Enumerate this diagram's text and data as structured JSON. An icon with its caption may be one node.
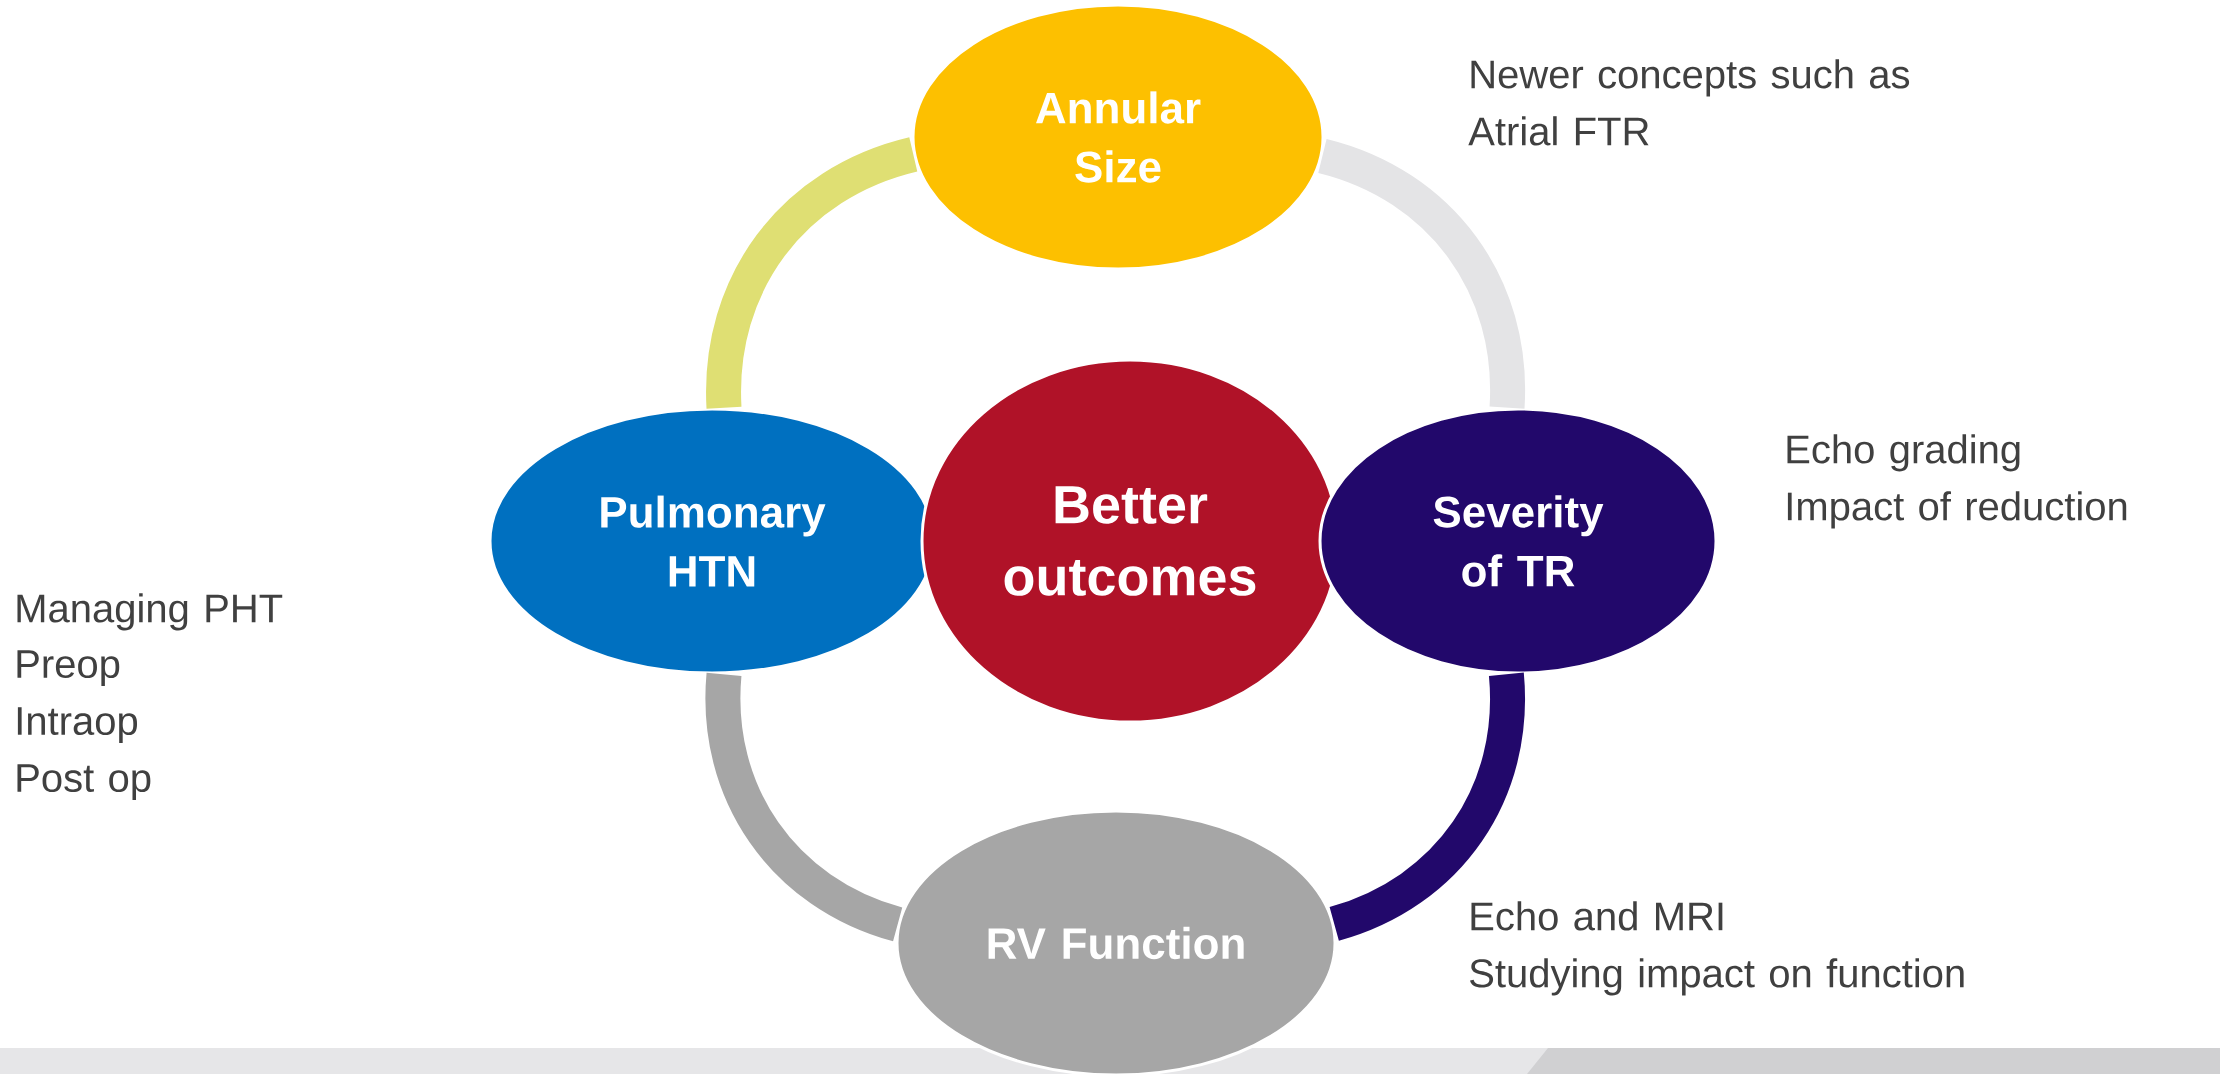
{
  "diagram": {
    "nodes": [
      {
        "text": [
          "Annular Size"
        ],
        "beside": [
          "Newer concepts such as Atrial FTR"
        ]
      },
      {
        "text": [
          "Pulmonary HTN"
        ],
        "beside": [
          "Managing PHT",
          "Preop",
          "Intraop",
          "Post op"
        ]
      },
      {
        "text": [
          "Better outcomes"
        ]
      },
      {
        "text": [
          "Severity of TR"
        ],
        "beside": [
          "Echo grading",
          "Impact of reduction"
        ]
      },
      {
        "text": [
          "RV Function"
        ],
        "beside": [
          "Echo and MRI",
          "Studying impact on function"
        ]
      }
    ],
    "edges": [
      {
        "from": 0,
        "to": 1,
        "arrow": "none",
        "color": "#dfdf73"
      },
      {
        "from": 0,
        "to": 3,
        "arrow": "none",
        "color": "#e4e4e6"
      },
      {
        "from": 1,
        "to": 4,
        "arrow": "none",
        "color": "#a6a6a6"
      },
      {
        "from": 3,
        "to": 4,
        "arrow": "none",
        "color": "#22086b"
      }
    ]
  }
}
